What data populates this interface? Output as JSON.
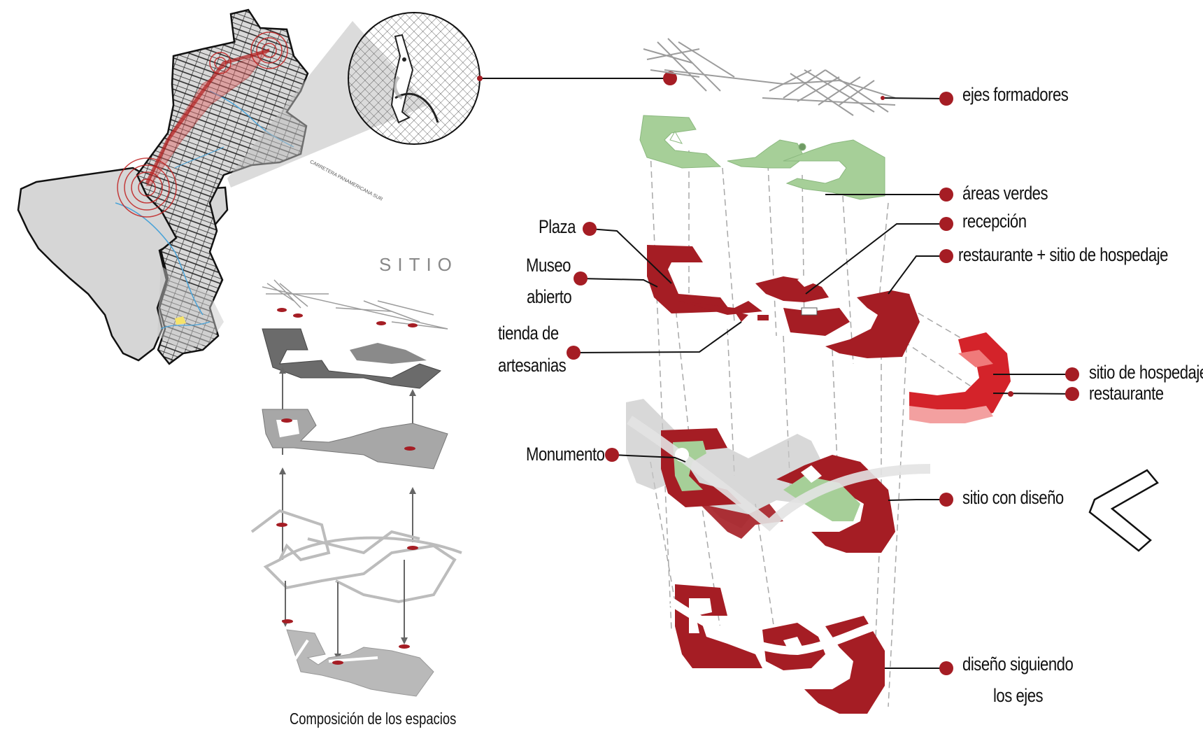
{
  "theme": {
    "accent_red": "#a51d24",
    "bright_red": "#d4232a",
    "green": "#a6cf98",
    "gray_line": "#9c9c9c",
    "dark_gray": "#5a5a5a"
  },
  "site_panel": {
    "title": "SITIO",
    "caption": "Composición de los espacios",
    "road_label": "CARRETERA PANAMERICANA SUR"
  },
  "layers": [
    {
      "id": "ejes",
      "label": "ejes formadores"
    },
    {
      "id": "verdes",
      "label": "áreas verdes"
    },
    {
      "id": "recepcion",
      "label": "recepción"
    },
    {
      "id": "restaurante_hospedaje",
      "label": "restaurante + sitio de hospedaje"
    },
    {
      "id": "sitio_diseno",
      "label": "sitio con diseño"
    },
    {
      "id": "diseno_ejes",
      "label_line1": "diseño siguiendo",
      "label_line2": "los ejes"
    }
  ],
  "left_labels": {
    "plaza": "Plaza",
    "museo_line1": "Museo",
    "museo_line2": "abierto",
    "tienda_line1": "tienda de",
    "tienda_line2": "artesanias",
    "monumento": "Monumento"
  },
  "detail_labels": {
    "hospedaje": "sitio de hospedaje",
    "restaurante": "restaurante"
  },
  "icons": [
    "north-arrow-icon",
    "magnifier-circle-icon",
    "city-map-icon"
  ]
}
